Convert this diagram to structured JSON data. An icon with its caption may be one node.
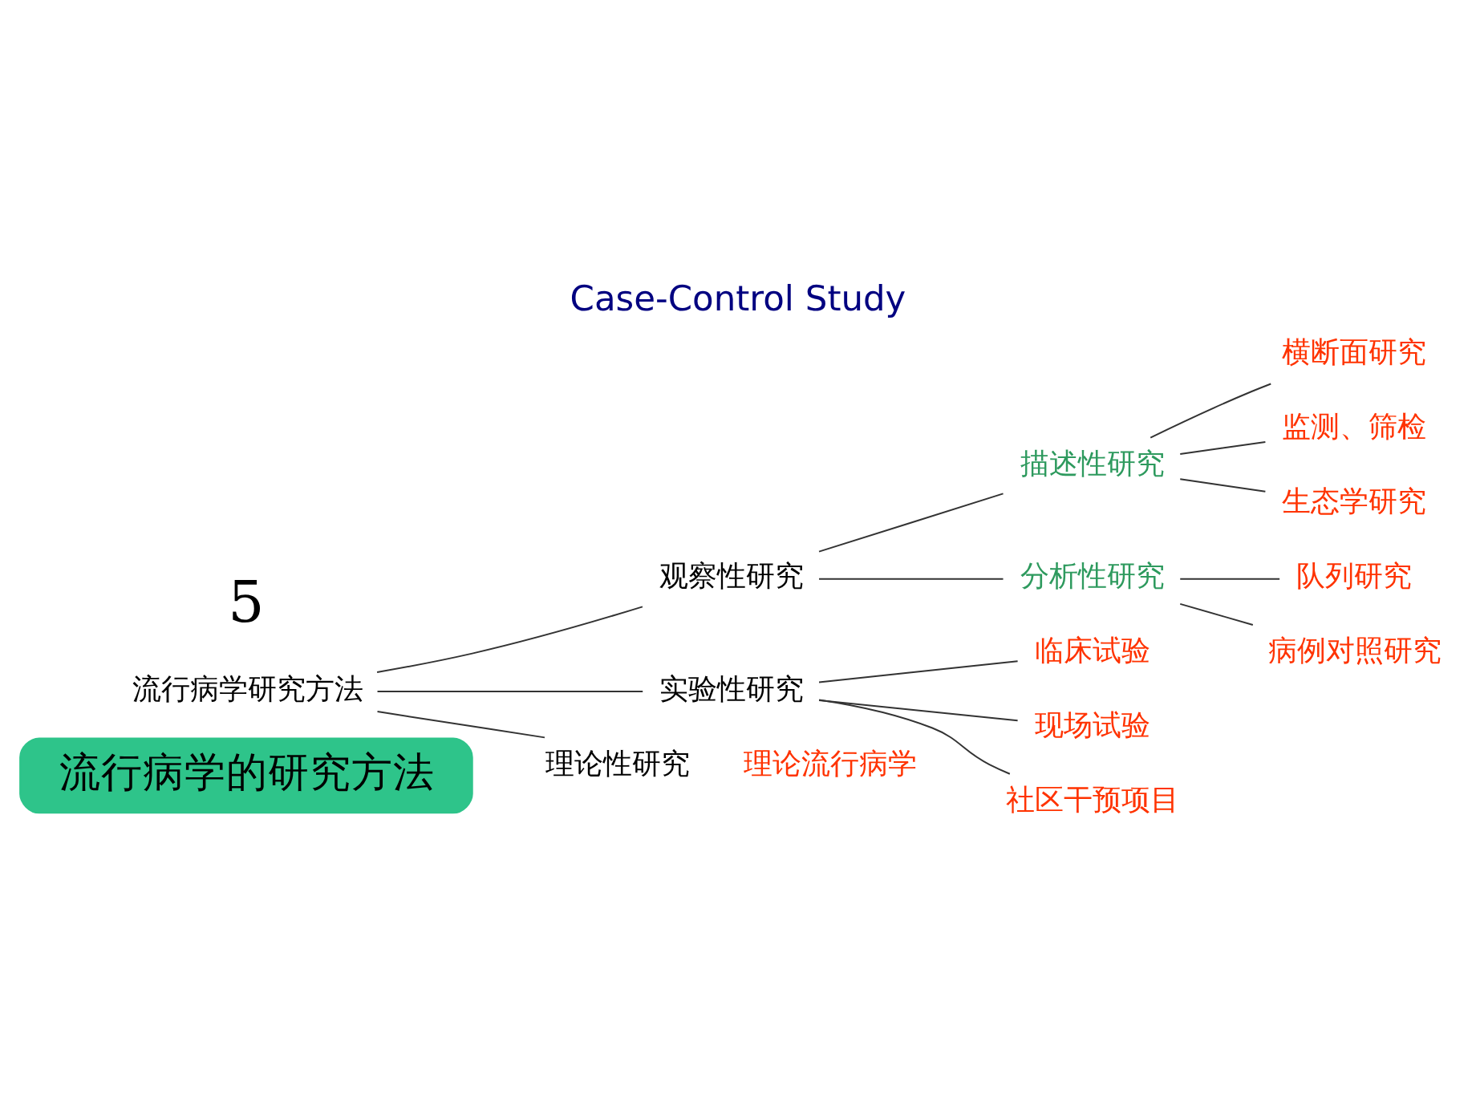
{
  "diagram": {
    "title": "Case-Control Study",
    "nodes": [
      {
        "text": [
          "流行病学的研究方法"
        ]
      },
      {
        "text": [
          "流行病学研究方法"
        ]
      },
      {
        "text": [
          "观察性研究"
        ]
      },
      {
        "text": [
          "实验性研究"
        ]
      },
      {
        "text": [
          "理论性研究"
        ],
        "beside": [
          "理论流行病学"
        ]
      },
      {
        "text": [
          "描述性研究"
        ]
      },
      {
        "text": [
          "分析性研究"
        ]
      },
      {
        "text": [
          "横断面研究"
        ]
      },
      {
        "text": [
          "监测、筛检"
        ]
      },
      {
        "text": [
          "生态学研究"
        ]
      },
      {
        "text": [
          "队列研究"
        ]
      },
      {
        "text": [
          "病例对照研究"
        ]
      },
      {
        "text": [
          "临床试验"
        ]
      },
      {
        "text": [
          "现场试验"
        ]
      },
      {
        "text": [
          "社区干预项目"
        ]
      }
    ],
    "edges": [
      {
        "from": 1,
        "to": 2,
        "arrow": "none"
      },
      {
        "from": 1,
        "to": 3,
        "arrow": "none"
      },
      {
        "from": 1,
        "to": 4,
        "arrow": "none"
      },
      {
        "from": 2,
        "to": 5,
        "arrow": "none"
      },
      {
        "from": 2,
        "to": 6,
        "arrow": "none"
      },
      {
        "from": 5,
        "to": 7,
        "arrow": "none"
      },
      {
        "from": 5,
        "to": 8,
        "arrow": "none"
      },
      {
        "from": 5,
        "to": 9,
        "arrow": "none"
      },
      {
        "from": 6,
        "to": 10,
        "arrow": "none"
      },
      {
        "from": 6,
        "to": 11,
        "arrow": "none"
      },
      {
        "from": 3,
        "to": 12,
        "arrow": "none"
      },
      {
        "from": 3,
        "to": 13,
        "arrow": "none"
      },
      {
        "from": 3,
        "to": 14,
        "arrow": "none"
      }
    ],
    "labels": [
      "5"
    ]
  }
}
